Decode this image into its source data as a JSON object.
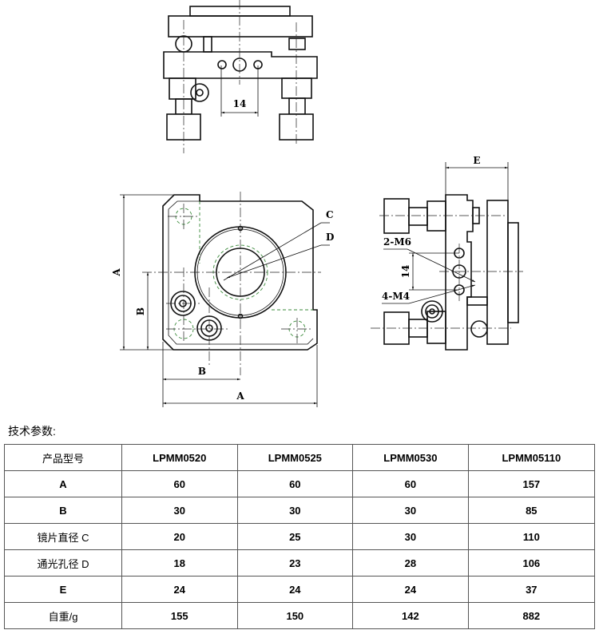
{
  "drawing": {
    "top_view": {
      "dim_14": "14"
    },
    "front_view": {
      "label_c": "C",
      "label_d": "D",
      "dim_a_vertical": "A",
      "dim_b_vertical": "B",
      "dim_b_horizontal": "B",
      "dim_a_horizontal": "A"
    },
    "side_view": {
      "dim_e": "E",
      "label_2m6": "2-M6",
      "label_4m4": "4-M4",
      "dim_14": "14"
    }
  },
  "specs": {
    "title": "技术参数:",
    "header": [
      "产品型号",
      "LPMM0520",
      "LPMM0525",
      "LPMM0530",
      "LPMM05110"
    ],
    "rows": [
      [
        "A",
        "60",
        "60",
        "60",
        "157"
      ],
      [
        "B",
        "30",
        "30",
        "30",
        "85"
      ],
      [
        "镜片直径 C",
        "20",
        "25",
        "30",
        "110"
      ],
      [
        "通光孔径 D",
        "18",
        "23",
        "28",
        "106"
      ],
      [
        "E",
        "24",
        "24",
        "24",
        "37"
      ],
      [
        "自重/g",
        "155",
        "150",
        "142",
        "882"
      ]
    ]
  }
}
